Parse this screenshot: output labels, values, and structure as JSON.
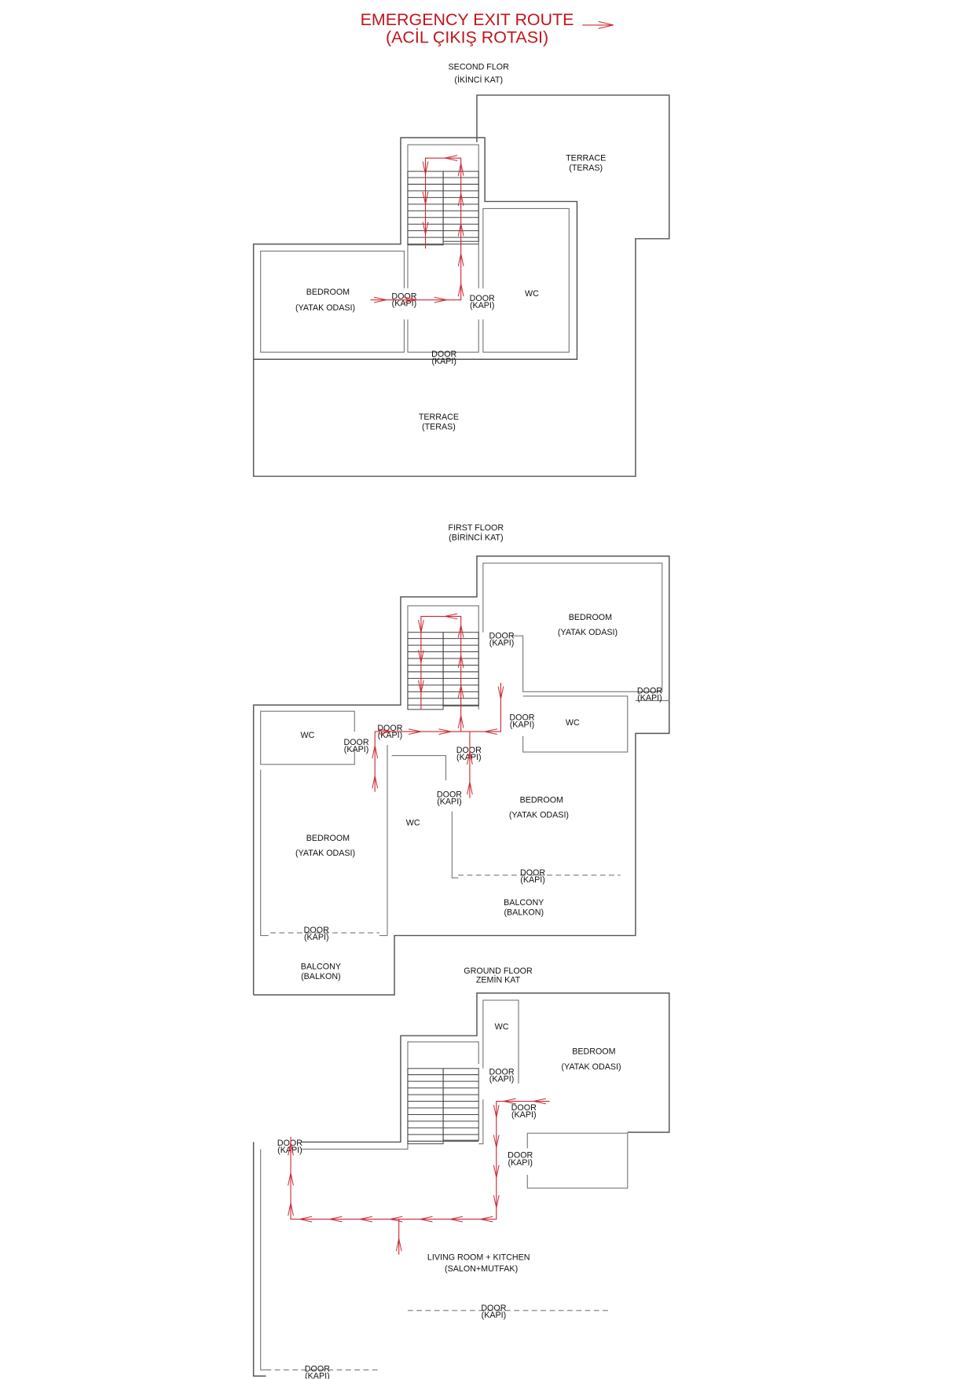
{
  "title": {
    "line1": "EMERGENCY EXIT ROUTE",
    "line2": "(ACİL ÇIKIŞ ROTASI)"
  },
  "colors": {
    "route": "#cc2a34",
    "title": "#c0151b",
    "wall": "#555555"
  },
  "second_floor": {
    "name": "SECOND FLOR",
    "name_tr": "(İKİNCİ KAT)",
    "terrace_top": [
      "TERRACE",
      "(TERAS)"
    ],
    "bedroom": [
      "BEDROOM",
      "(YATAK ODASI)"
    ],
    "door1": [
      "DOOR",
      "(KAPI)"
    ],
    "door2": [
      "DOOR",
      "(KAPI)"
    ],
    "wc": "WC",
    "door3": [
      "DOOR",
      "(KAPI)"
    ],
    "terrace_bottom": [
      "TERRACE",
      "(TERAS)"
    ]
  },
  "first_floor": {
    "name": "FIRST FLOOR",
    "name_tr": "(BİRİNCİ KAT)",
    "bedroom_top": [
      "BEDROOM",
      "(YATAK ODASI)"
    ],
    "door_top": [
      "DOOR",
      "(KAPI)"
    ],
    "door_right": [
      "DOOR",
      "(KAPI)"
    ],
    "wc_right": "WC",
    "door_wc_right": [
      "DOOR",
      "(KAPI)"
    ],
    "wc_left": "WC",
    "door_wc_left": [
      "DOOR",
      "(KAPI)"
    ],
    "door_hall": [
      "DOOR",
      "(KAPI)"
    ],
    "door_mid": [
      "DOOR",
      "(KAPI)"
    ],
    "door_wc_mid": [
      "DOOR",
      "(KAPI)"
    ],
    "bedroom_mid": [
      "BEDROOM",
      "(YATAK ODASI)"
    ],
    "wc_mid": "WC",
    "bedroom_left": [
      "BEDROOM",
      "(YATAK ODASI)"
    ],
    "door_balcony_right": [
      "DOOR",
      "(KAPI)"
    ],
    "balcony_right": [
      "BALCONY",
      "(BALKON)"
    ],
    "door_balcony_left": [
      "DOOR",
      "(KAPI)"
    ],
    "balcony_left": [
      "BALCONY",
      "(BALKON)"
    ]
  },
  "ground_floor": {
    "name": "GROUND FLOOR",
    "name_tr": "ZEMİN KAT",
    "wc": "WC",
    "bedroom": [
      "BEDROOM",
      "(YATAK ODASI)"
    ],
    "door_wc": [
      "DOOR",
      "(KAPI)"
    ],
    "door_bedroom": [
      "DOOR",
      "(KAPI)"
    ],
    "door_store": [
      "DOOR",
      "(KAPI)"
    ],
    "door_entry": [
      "DOOR",
      "(KAPI)"
    ],
    "living": [
      "LIVING ROOM + KITCHEN",
      "(SALON+MUTFAK)"
    ],
    "door_terrace": [
      "DOOR",
      "(KAPI)"
    ],
    "door_bottom": [
      "DOOR",
      "(KAPI)"
    ]
  }
}
